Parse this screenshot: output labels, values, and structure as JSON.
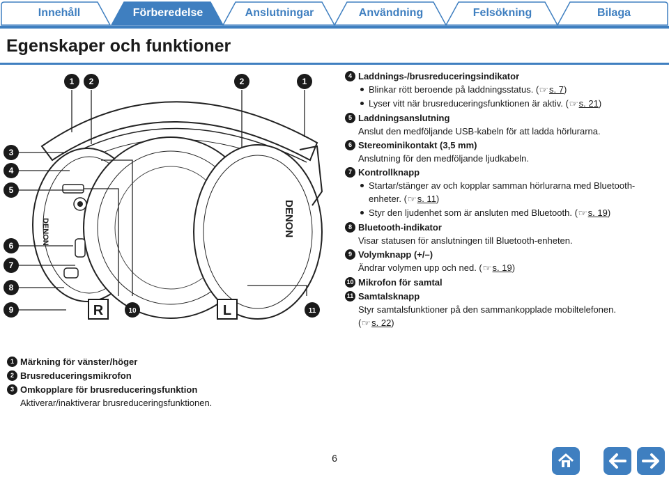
{
  "tabs": [
    {
      "label": "Innehåll",
      "active": false
    },
    {
      "label": "Förberedelse",
      "active": true
    },
    {
      "label": "Anslutningar",
      "active": false
    },
    {
      "label": "Användning",
      "active": false
    },
    {
      "label": "Felsökning",
      "active": false
    },
    {
      "label": "Bilaga",
      "active": false
    }
  ],
  "page_title": "Egenskaper och funktioner",
  "illustration": {
    "callouts": [
      "1",
      "2",
      "2",
      "1",
      "3",
      "4",
      "5",
      "6",
      "7",
      "8",
      "9",
      "10",
      "11"
    ],
    "side_right": "R",
    "side_left": "L",
    "brand": "DENON"
  },
  "items_right": [
    {
      "num": "4",
      "title": "Laddnings-/brusreduceringsindikator",
      "bullets": [
        {
          "text": "Blinkar rött beroende på laddningsstatus. (",
          "ref": "s. 7",
          "tail": ")"
        },
        {
          "text": "Lyser vitt när brusreduceringsfunktionen är aktiv. (",
          "ref": "s. 21",
          "tail": ")"
        }
      ]
    },
    {
      "num": "5",
      "title": "Laddningsanslutning",
      "desc": "Anslut den medföljande USB-kabeln för att ladda hörlurarna."
    },
    {
      "num": "6",
      "title": "Stereominikontakt (3,5 mm)",
      "desc": "Anslutning för den medföljande ljudkabeln."
    },
    {
      "num": "7",
      "title": "Kontrollknapp",
      "bullets": [
        {
          "text": "Startar/stänger av och kopplar samman hörlurarna med Bluetooth-",
          "text2": "enheter. (",
          "ref": "s. 11",
          "tail": ")"
        },
        {
          "text": "Styr den ljudenhet som är ansluten med Bluetooth. (",
          "ref": "s. 19",
          "tail": ")"
        }
      ]
    },
    {
      "num": "8",
      "title": "Bluetooth-indikator",
      "desc": "Visar statusen för anslutningen till Bluetooth-enheten."
    },
    {
      "num": "9",
      "title": "Volymknapp (+/–)",
      "desc": "Ändrar volymen upp och ned. (",
      "ref": "s. 19",
      "tail": ")"
    },
    {
      "num": "10",
      "title": "Mikrofon för samtal"
    },
    {
      "num": "11",
      "title": "Samtalsknapp",
      "desc": "Styr samtalsfunktioner på den sammankopplade mobiltelefonen.",
      "desc2": "(",
      "ref": "s. 22",
      "tail": ")"
    }
  ],
  "items_left": [
    {
      "num": "1",
      "title": "Märkning för vänster/höger"
    },
    {
      "num": "2",
      "title": "Brusreduceringsmikrofon"
    },
    {
      "num": "3",
      "title": "Omkopplare för brusreduceringsfunktion",
      "desc": "Aktiverar/inaktiverar brusreduceringsfunktionen."
    }
  ],
  "page_number": "6",
  "colors": {
    "accent": "#3f7fc0",
    "text": "#1a1a1a"
  },
  "footer_icons": [
    "home-icon",
    "back-arrow-icon",
    "forward-arrow-icon"
  ]
}
